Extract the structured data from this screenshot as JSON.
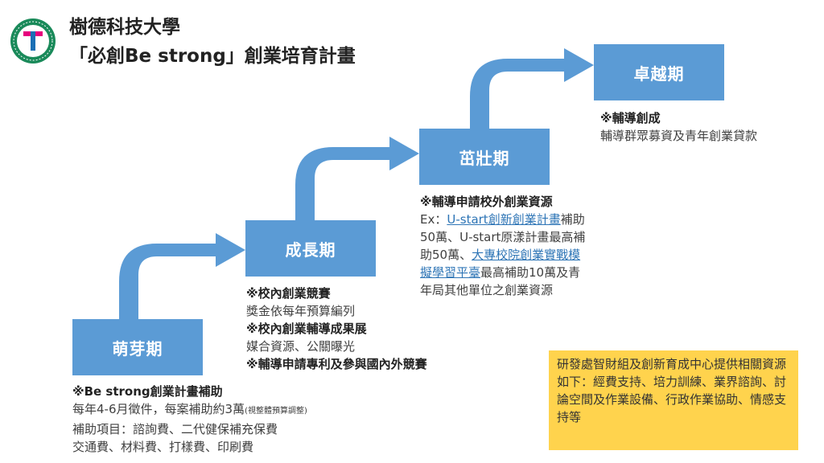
{
  "header": {
    "school_name": "樹德科技大學",
    "program_title": "「必創Be strong」創業培育計畫"
  },
  "logo": {
    "text": "SHU-TE UNIVERSITY",
    "letter": "T",
    "chinese": "樹德科技大學"
  },
  "colors": {
    "stage_blue": "#5b9bd5",
    "info_yellow": "#ffd34d",
    "link_blue": "#2e75b6"
  },
  "stages": [
    {
      "name": "萌芽期",
      "lines": [
        "※Be strong創業計畫補助",
        "每年4-6月徵件，每案補助約3萬",
        "(視整體預算調整)",
        "補助項目：諮詢費、二代健保補充保費",
        "交通費、材料費、打樣費、印刷費"
      ]
    },
    {
      "name": "成長期",
      "lines": [
        "※校內創業競賽",
        "獎金依每年預算編列",
        "※校內創業輔導成果展",
        "媒合資源、公關曝光",
        "※輔導申請專利及參與國內外競賽"
      ]
    },
    {
      "name": "茁壯期",
      "lines": [
        "※輔導申請校外創業資源",
        "Ex：",
        "U-start創新創業計畫",
        "補助50萬、U-start原漾計畫最高補助50萬、",
        "大專校院創業實戰模擬學習平臺",
        "最高補助10萬及青年局其他單位之創業資源"
      ]
    },
    {
      "name": "卓越期",
      "lines": [
        "※輔導創成",
        "輔導群眾募資及青年創業貸款"
      ]
    }
  ],
  "note": "研發處智財組及創新育成中心提供相關資源如下：經費支持、培力訓練、業界諮詢、討論空間及作業設備、行政作業協助、情感支持等"
}
